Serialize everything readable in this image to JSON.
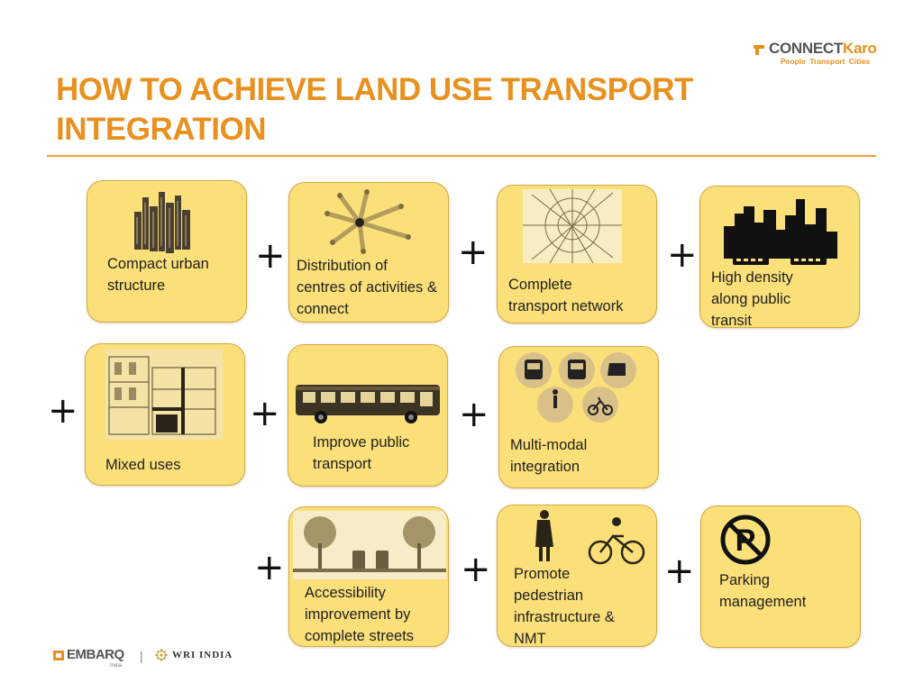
{
  "header": {
    "brand_name_part1": "CONNECT",
    "brand_name_part2": "Karo",
    "brand_tagline": "People  Transport  Cities",
    "title": "HOW TO ACHIEVE LAND USE TRANSPORT INTEGRATION"
  },
  "cards": {
    "compact_urban_structure": {
      "label": "Compact urban\nstructure",
      "icon": "dense-city-icon"
    },
    "distribution_of_centres": {
      "label": "Distribution of\ncentres of activities &\nconnect",
      "icon": "network-nodes-icon"
    },
    "complete_transport_network": {
      "label": "Complete\ntransport network",
      "icon": "street-map-icon"
    },
    "high_density_transit": {
      "label": "High density\nalong public\ntransit",
      "icon": "skyline-transit-icon"
    },
    "mixed_uses": {
      "label": "Mixed uses",
      "icon": "mixed-use-building-icon"
    },
    "improve_public_transport": {
      "label": "Improve public\ntransport",
      "icon": "bus-icon"
    },
    "multi_modal_integration": {
      "label": "Multi-modal\nintegration",
      "icon": "transport-modes-icon"
    },
    "accessibility_improvement": {
      "label": "Accessibility\nimprovement by\ncomplete streets",
      "icon": "street-section-icon"
    },
    "promote_pedestrian": {
      "label": "Promote\npedestrian\ninfrastructure &\nNMT",
      "icon": "pedestrian-cyclist-icon"
    },
    "parking_management": {
      "label": "Parking\nmanagement",
      "icon": "no-parking-icon"
    }
  },
  "operator_symbol": "+",
  "footer": {
    "embarq_name": "EMBARQ",
    "embarq_sub": "India",
    "separator": "|",
    "wri_name": "WRI INDIA"
  },
  "colors": {
    "accent_orange": "#e8911f",
    "card_fill": "#fbe07a",
    "card_border": "#d9a640"
  }
}
